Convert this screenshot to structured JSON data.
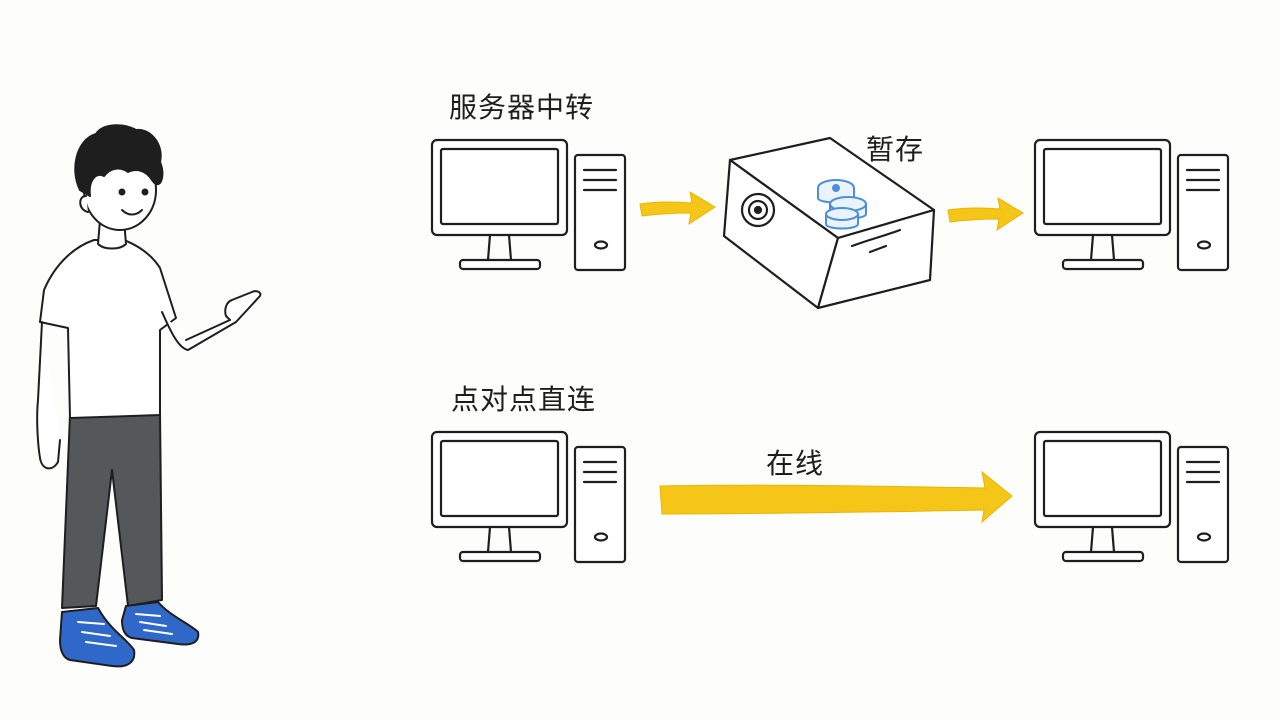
{
  "diagram": {
    "relay_mode_label": "服务器中转",
    "temporary_storage_label": "暂存",
    "p2p_mode_label": "点对点直连",
    "online_label": "在线"
  },
  "colors": {
    "arrow": "#f5c518",
    "pants": "#55575a",
    "shoes": "#2f68c8",
    "database_icon": "#4a8fd8",
    "ink": "#1e1e1e"
  },
  "icons": [
    "person-illustration",
    "computer-icon",
    "server-box-icon",
    "database-icon",
    "arrow-icon"
  ]
}
